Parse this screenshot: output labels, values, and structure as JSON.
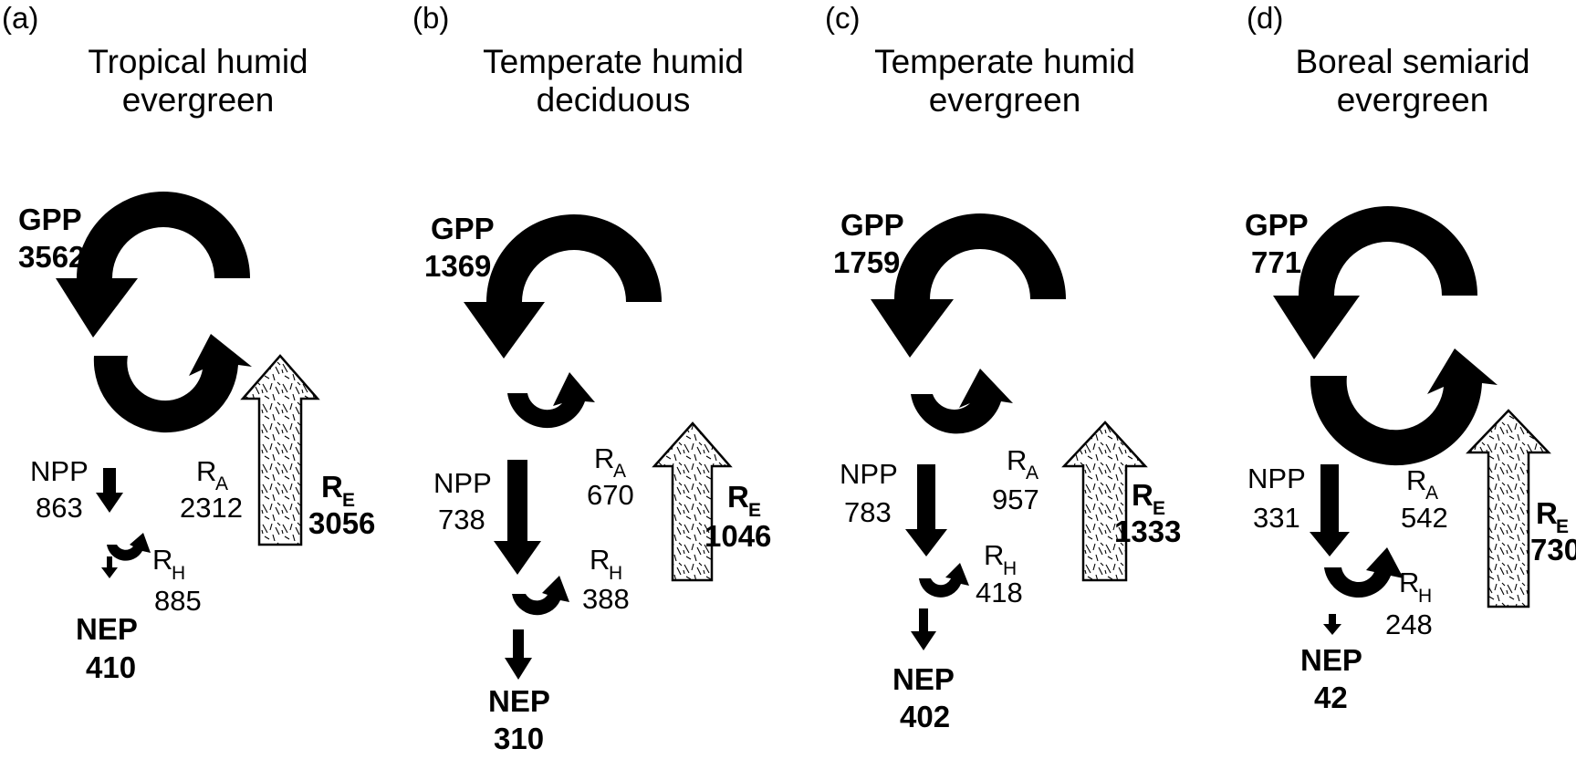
{
  "panels": [
    {
      "label": "(a)",
      "title_line1": "Tropical humid",
      "title_line2": "evergreen",
      "gpp_label": "GPP",
      "gpp": "3562",
      "npp_label": "NPP",
      "npp": "863",
      "ra_label": "R",
      "ra_sub": "A",
      "ra": "2312",
      "rh_label": "R",
      "rh_sub": "H",
      "rh": "885",
      "re_label": "R",
      "re_sub": "E",
      "re": "3056",
      "nep_label": "NEP",
      "nep": "410"
    },
    {
      "label": "(b)",
      "title_line1": "Temperate humid",
      "title_line2": "deciduous",
      "gpp_label": "GPP",
      "gpp": "1369",
      "npp_label": "NPP",
      "npp": "738",
      "ra_label": "R",
      "ra_sub": "A",
      "ra": "670",
      "rh_label": "R",
      "rh_sub": "H",
      "rh": "388",
      "re_label": "R",
      "re_sub": "E",
      "re": "1046",
      "nep_label": "NEP",
      "nep": "310"
    },
    {
      "label": "(c)",
      "title_line1": "Temperate humid",
      "title_line2": "evergreen",
      "gpp_label": "GPP",
      "gpp": "1759",
      "npp_label": "NPP",
      "npp": "783",
      "ra_label": "R",
      "ra_sub": "A",
      "ra": "957",
      "rh_label": "R",
      "rh_sub": "H",
      "rh": "418",
      "re_label": "R",
      "re_sub": "E",
      "re": "1333",
      "nep_label": "NEP",
      "nep": "402"
    },
    {
      "label": "(d)",
      "title_line1": "Boreal semiarid",
      "title_line2": "evergreen",
      "gpp_label": "GPP",
      "gpp": "771",
      "npp_label": "NPP",
      "npp": "331",
      "ra_label": "R",
      "ra_sub": "A",
      "ra": "542",
      "rh_label": "R",
      "rh_sub": "H",
      "rh": "248",
      "re_label": "R",
      "re_sub": "E",
      "re": "730",
      "nep_label": "NEP",
      "nep": "42"
    }
  ]
}
